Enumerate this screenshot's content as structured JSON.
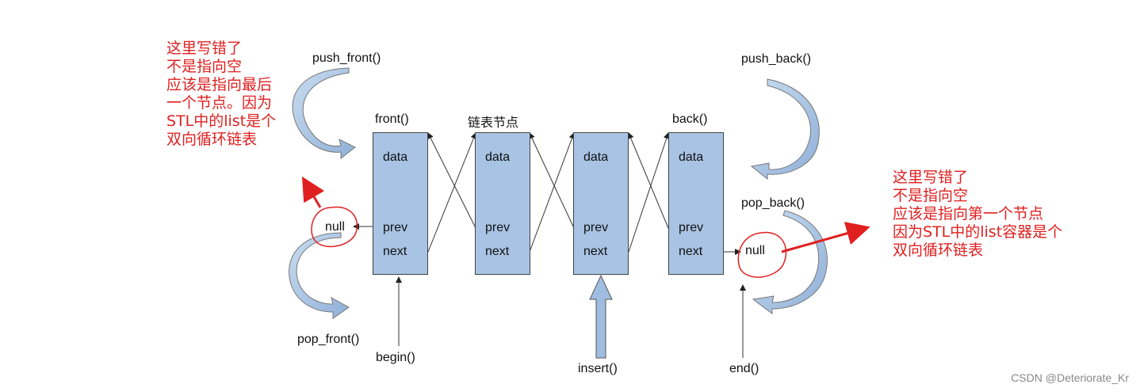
{
  "nodes": [
    {
      "top_label": "front()",
      "data": "data",
      "prev": "prev",
      "next": "next"
    },
    {
      "top_label": "链表节点",
      "data": "data",
      "prev": "prev",
      "next": "next"
    },
    {
      "top_label": "",
      "data": "data",
      "prev": "prev",
      "next": "next"
    },
    {
      "top_label": "back()",
      "data": "data",
      "prev": "prev",
      "next": "next"
    }
  ],
  "labels": {
    "push_front": "push_front()",
    "pop_front": "pop_front()",
    "push_back": "push_back()",
    "pop_back": "pop_back()",
    "begin": "begin()",
    "insert": "insert()",
    "end": "end()",
    "null_left": "null",
    "null_right": "null"
  },
  "annotations": {
    "left": [
      "这里写错了",
      "不是指向空",
      "应该是指向最后",
      "一个节点。因为",
      "STL中的list是个",
      "双向循环链表"
    ],
    "right": [
      "这里写错了",
      "不是指向空",
      "应该是指向第一个节点",
      "因为STL中的list容器是个",
      "双向循环链表"
    ]
  },
  "watermark": "CSDN @Deteriorate_Kr",
  "colors": {
    "node_fill": "#a8c3e3",
    "arrow_fill": "#9fbde0",
    "annotation": "#e02020"
  }
}
